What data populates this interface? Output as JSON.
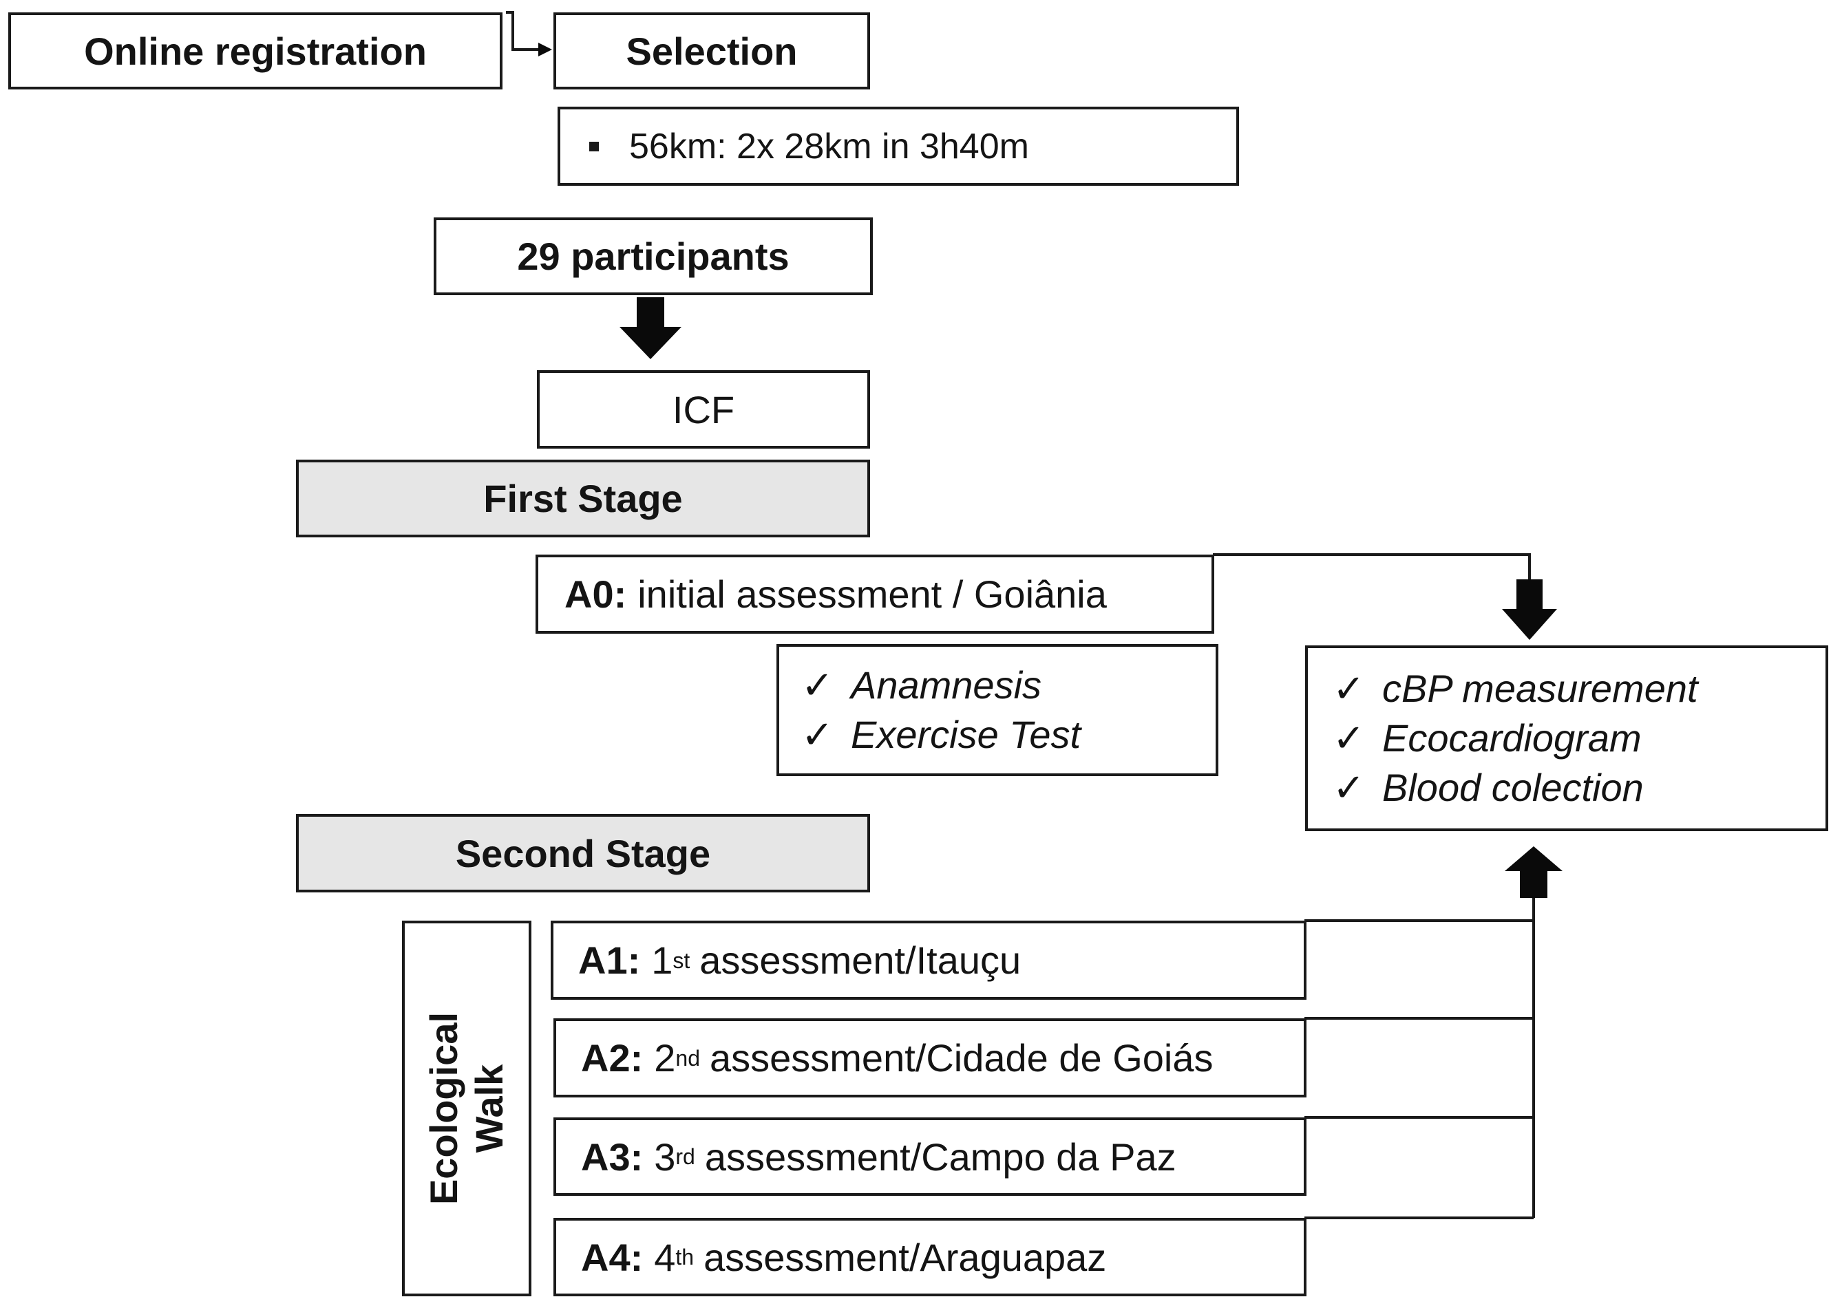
{
  "boxes": {
    "online_registration": "Online registration",
    "selection": "Selection",
    "route_detail": "56km: 2x 28km in 3h40m",
    "participants": "29 participants",
    "icf": "ICF",
    "first_stage": "First Stage",
    "second_stage": "Second Stage"
  },
  "a0": {
    "code": "A0:",
    "text": "initial assessment / Goiânia"
  },
  "initial_checks": [
    "Anamnesis",
    "Exercise Test"
  ],
  "outcome_checks": [
    "cBP measurement",
    "Ecocardiogram",
    "Blood colection"
  ],
  "check_mark": "✓",
  "ecological_walk": {
    "line1": "Ecological",
    "line2": "Walk"
  },
  "assessments": [
    {
      "code": "A1:",
      "num": "1",
      "suffix": "st",
      "text": "assessment/Itauçu"
    },
    {
      "code": "A2:",
      "num": "2",
      "suffix": "nd",
      "text": "assessment/Cidade de Goiás"
    },
    {
      "code": "A3:",
      "num": "3",
      "suffix": "rd",
      "text": "assessment/Campo da Paz"
    },
    {
      "code": "A4:",
      "num": "4",
      "suffix": "th",
      "text": "assessment/Araguapaz"
    }
  ]
}
